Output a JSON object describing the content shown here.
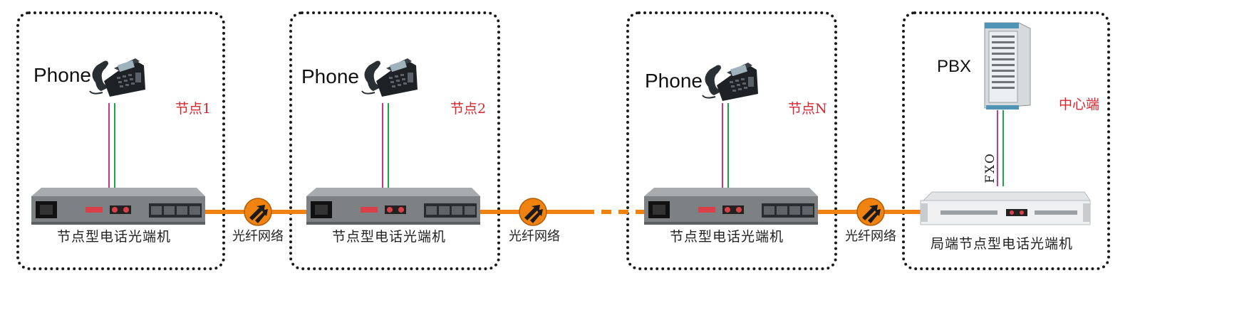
{
  "colors": {
    "fiber": "#f0820f",
    "node_label": "#d8262e",
    "wire_magenta": "#c0398a",
    "wire_green": "#1aa84a"
  },
  "icons": [
    "phone-icon",
    "pbx-cabinet-icon",
    "fiber-network-icon",
    "optical-terminal-device",
    "rack-optical-terminal-device"
  ],
  "nodes": [
    {
      "phone_label": "Phone",
      "node_label": "节点1",
      "device_label": "节点型电话光端机"
    },
    {
      "phone_label": "Phone",
      "node_label": "节点2",
      "device_label": "节点型电话光端机"
    },
    {
      "phone_label": "Phone",
      "node_label": "节点N",
      "device_label": "节点型电话光端机"
    }
  ],
  "center": {
    "pbx_label": "PBX",
    "node_label": "中心端",
    "fxo_label": "FXO",
    "device_label": "局端节点型电话光端机"
  },
  "network_labels": [
    "光纤网络",
    "光纤网络",
    "光纤网络"
  ]
}
